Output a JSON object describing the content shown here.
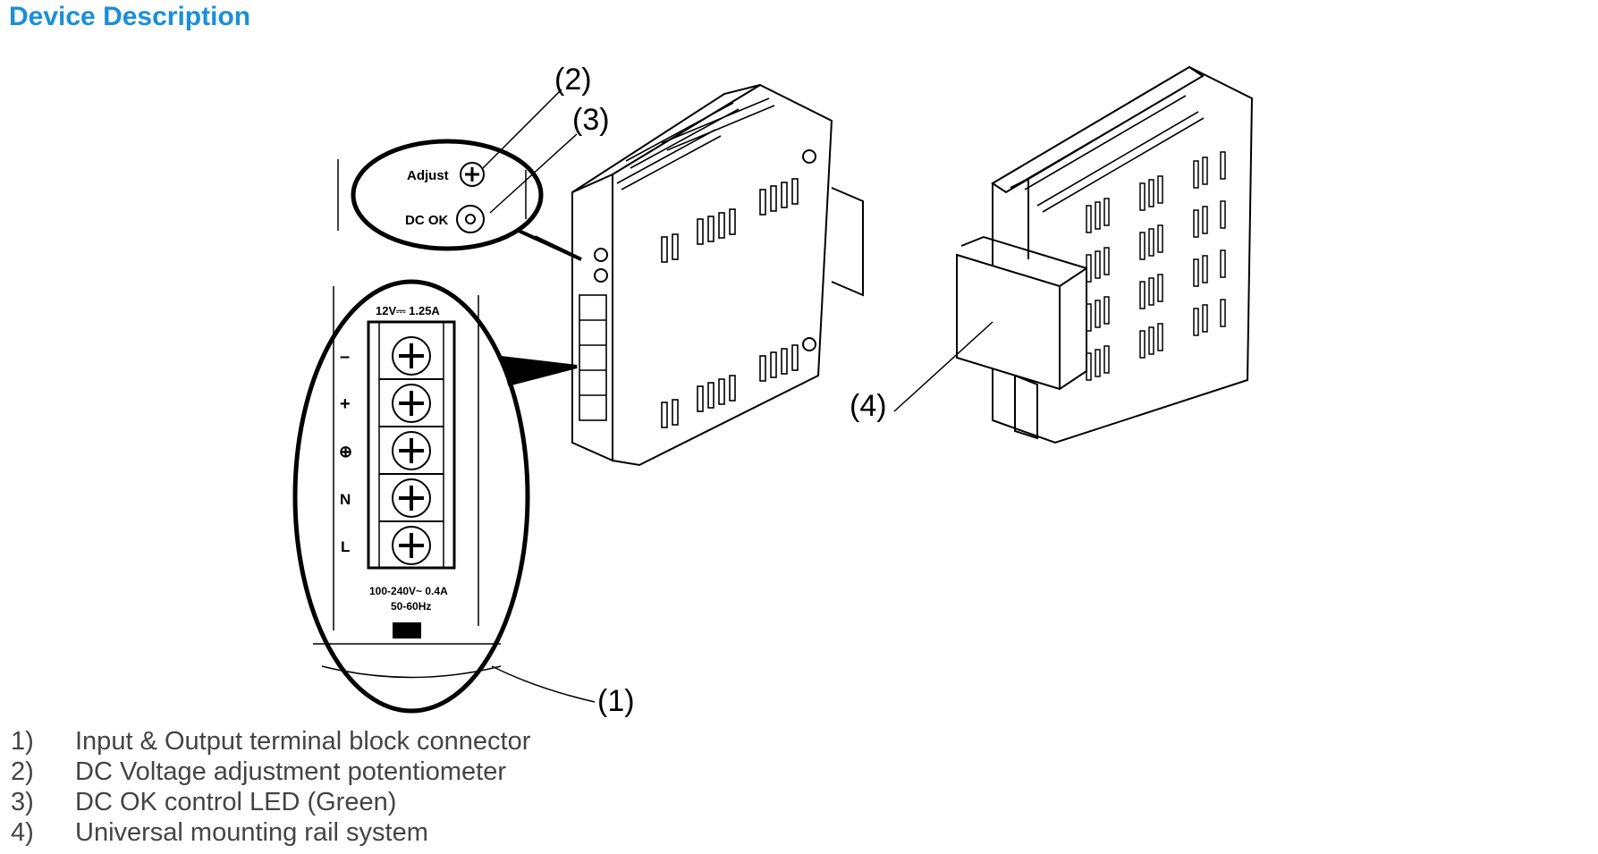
{
  "heading": "Device Description",
  "callouts": {
    "c1": "(1)",
    "c2": "(2)",
    "c3": "(3)",
    "c4": "(4)"
  },
  "device_labels": {
    "adjust": "Adjust",
    "dc_ok": "DC OK",
    "output_rating": "12V⎓ 1.25A",
    "input_rating": "100-240V~ 0.4A",
    "frequency": "50-60Hz",
    "terminal_minus": "–",
    "terminal_plus": "+",
    "terminal_ground": "⊕",
    "terminal_n": "N",
    "terminal_l": "L"
  },
  "legend": [
    {
      "num": "1)",
      "text": "Input & Output terminal block connector"
    },
    {
      "num": "2)",
      "text": "DC Voltage adjustment potentiometer"
    },
    {
      "num": "3)",
      "text": "DC OK control LED (Green)"
    },
    {
      "num": "4)",
      "text": "Universal mounting rail system"
    }
  ]
}
